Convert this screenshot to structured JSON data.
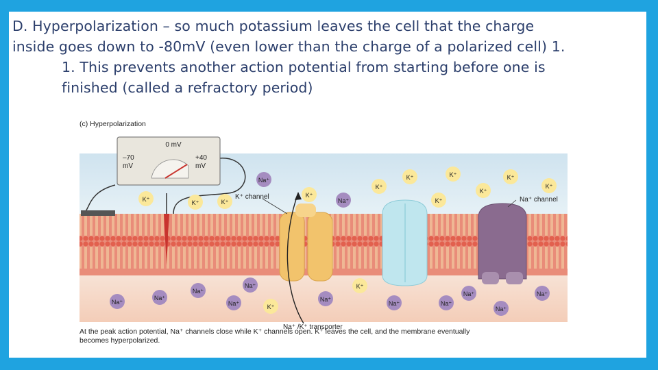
{
  "slide": {
    "line1": "D.  Hyperpolarization – so much potassium leaves the cell that the charge",
    "line2": "inside goes down to -80mV (even lower than the charge of a polarized cell)  1.",
    "line3": "1.  This prevents another action potential from starting before one is",
    "line4": "finished (called a refractory period)"
  },
  "figure": {
    "panel_title": "(c) Hyperpolarization",
    "meter": {
      "zero": "0 mV",
      "min_value": "–70",
      "min_unit": "mV",
      "max_value": "+40",
      "max_unit": "mV"
    },
    "ions": {
      "k": "K⁺",
      "na": "Na⁺"
    },
    "labels": {
      "k_channel": "K⁺ channel",
      "na_channel": "Na⁺ channel",
      "transporter": "Na⁺ /K⁺ transporter"
    },
    "caption_line1": "At the peak action potential, Na⁺ channels close while K⁺ channels open. K⁺ leaves the cell, and the membrane eventually",
    "caption_line2": "becomes hyperpolarized."
  },
  "colors": {
    "frame": "#1fa3e0",
    "text": "#2b3e6b",
    "na_ion": "#a58cc0",
    "k_ion": "#fbe89a",
    "k_channel": "#f2c36c",
    "transporter": "#bfe6ee",
    "na_channel": "#8a6b8f"
  }
}
